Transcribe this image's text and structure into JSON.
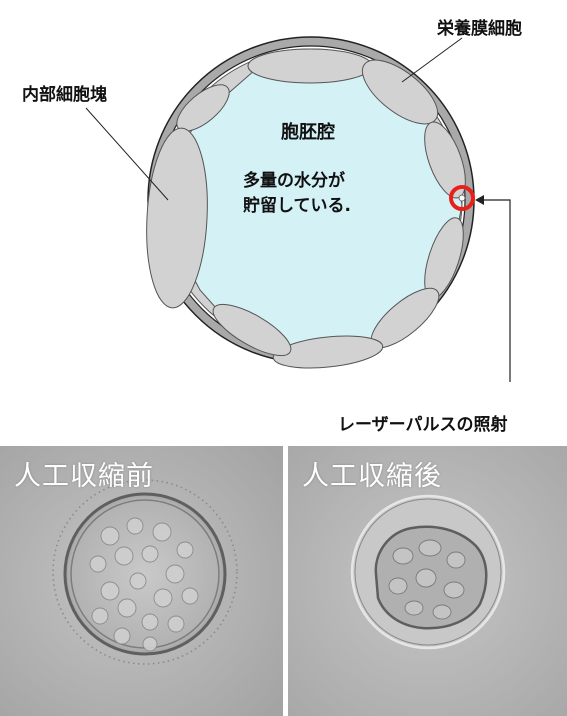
{
  "diagram": {
    "labels": {
      "trophectoderm": "栄養膜細胞",
      "inner_cell_mass": "内部細胞塊",
      "blastocoel": "胞胚腔",
      "water_line1": "多量の水分が",
      "water_line2": "貯留している.",
      "laser": "レーザーパルスの照射"
    },
    "colors": {
      "zona": "#aaaaaa",
      "cavity": "#d4f1f6",
      "cells": "#d2d2d2",
      "laser_marker": "#e8201a"
    }
  },
  "photos": [
    {
      "title": "人工収縮前"
    },
    {
      "title": "人工収縮後"
    }
  ]
}
